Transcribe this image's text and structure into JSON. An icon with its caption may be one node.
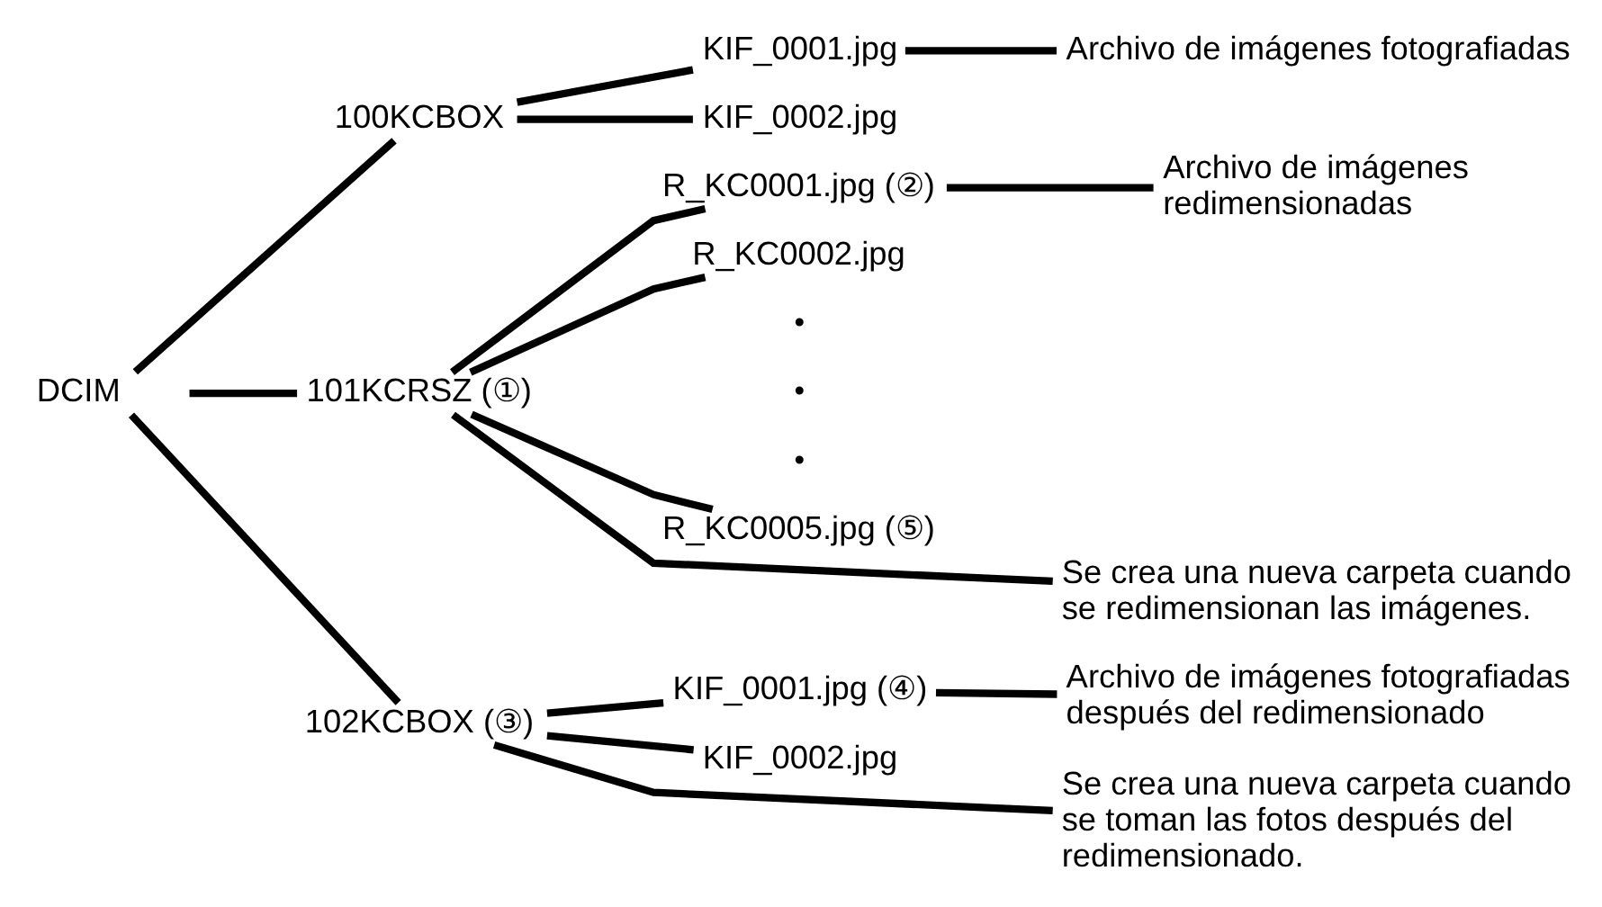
{
  "diagram": {
    "nodes": [
      {
        "text": [
          "DCIM"
        ]
      },
      {
        "text": [
          "100KCBOX"
        ]
      },
      {
        "text": [
          "KIF_0001.jpg"
        ]
      },
      {
        "text": [
          "KIF_0002.jpg"
        ]
      },
      {
        "text": [
          "101KCRSZ (①)"
        ]
      },
      {
        "text": [
          "R_KC0001.jpg (②)"
        ]
      },
      {
        "text": [
          "R_KC0002.jpg"
        ]
      },
      {
        "text": [
          "R_KC0005.jpg (⑤)"
        ]
      },
      {
        "text": [
          "102KCBOX (③)"
        ]
      },
      {
        "text": [
          "KIF_0001.jpg (④)"
        ]
      },
      {
        "text": [
          "KIF_0002.jpg"
        ]
      },
      {
        "text": [
          "Archivo de imágenes fotografiadas"
        ]
      },
      {
        "text": [
          "Se crea una nueva carpeta cuando se redimensionan las imágenes."
        ]
      },
      {
        "text": [
          "Archivo de imágenes redimensionadas"
        ]
      },
      {
        "text": [
          "Se crea una nueva carpeta cuando se toman las fotos después del redimensionado."
        ]
      },
      {
        "text": [
          "Archivo de imágenes fotografiadas después del redimensionado"
        ]
      }
    ],
    "edges": [
      {
        "from": 0,
        "to": 1,
        "arrow": "none"
      },
      {
        "from": 1,
        "to": 2,
        "arrow": "none"
      },
      {
        "from": 1,
        "to": 3,
        "arrow": "none"
      },
      {
        "from": 0,
        "to": 4,
        "arrow": "none"
      },
      {
        "from": 4,
        "to": 5,
        "arrow": "none"
      },
      {
        "from": 4,
        "to": 6,
        "arrow": "none"
      },
      {
        "from": 4,
        "to": 7,
        "arrow": "none"
      },
      {
        "from": 0,
        "to": 8,
        "arrow": "none"
      },
      {
        "from": 8,
        "to": 9,
        "arrow": "none"
      },
      {
        "from": 8,
        "to": 10,
        "arrow": "none"
      },
      {
        "from": 2,
        "to": 11,
        "arrow": "none"
      },
      {
        "from": 4,
        "to": 12,
        "arrow": "none"
      },
      {
        "from": 5,
        "to": 13,
        "arrow": "none"
      },
      {
        "from": 8,
        "to": 14,
        "arrow": "none"
      },
      {
        "from": 9,
        "to": 15,
        "arrow": "none"
      }
    ],
    "labels": [
      "•",
      "•",
      "•"
    ]
  }
}
